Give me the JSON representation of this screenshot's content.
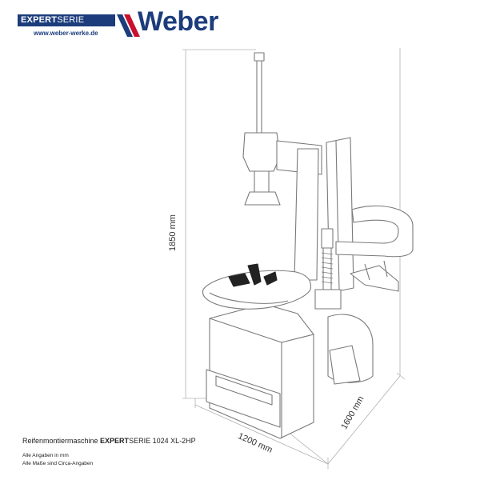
{
  "brand": {
    "series_bold": "EXPERT",
    "series_light": "SERIE",
    "url": "www.weber-werke.de",
    "wordmark": "Weber",
    "color": "#1c3c7c",
    "accent": "#c8102e"
  },
  "dimensions": {
    "height": "1850 mm",
    "width": "1200 mm",
    "depth": "1600 mm"
  },
  "caption": {
    "prefix": "Reifenmontiermaschine ",
    "series_bold": "EXPERT",
    "series_rest": "SERIE 1024 XL-2HP"
  },
  "notes": [
    "Alle Angaben in mm",
    "Alle Maße sind Circa-Angaben"
  ]
}
